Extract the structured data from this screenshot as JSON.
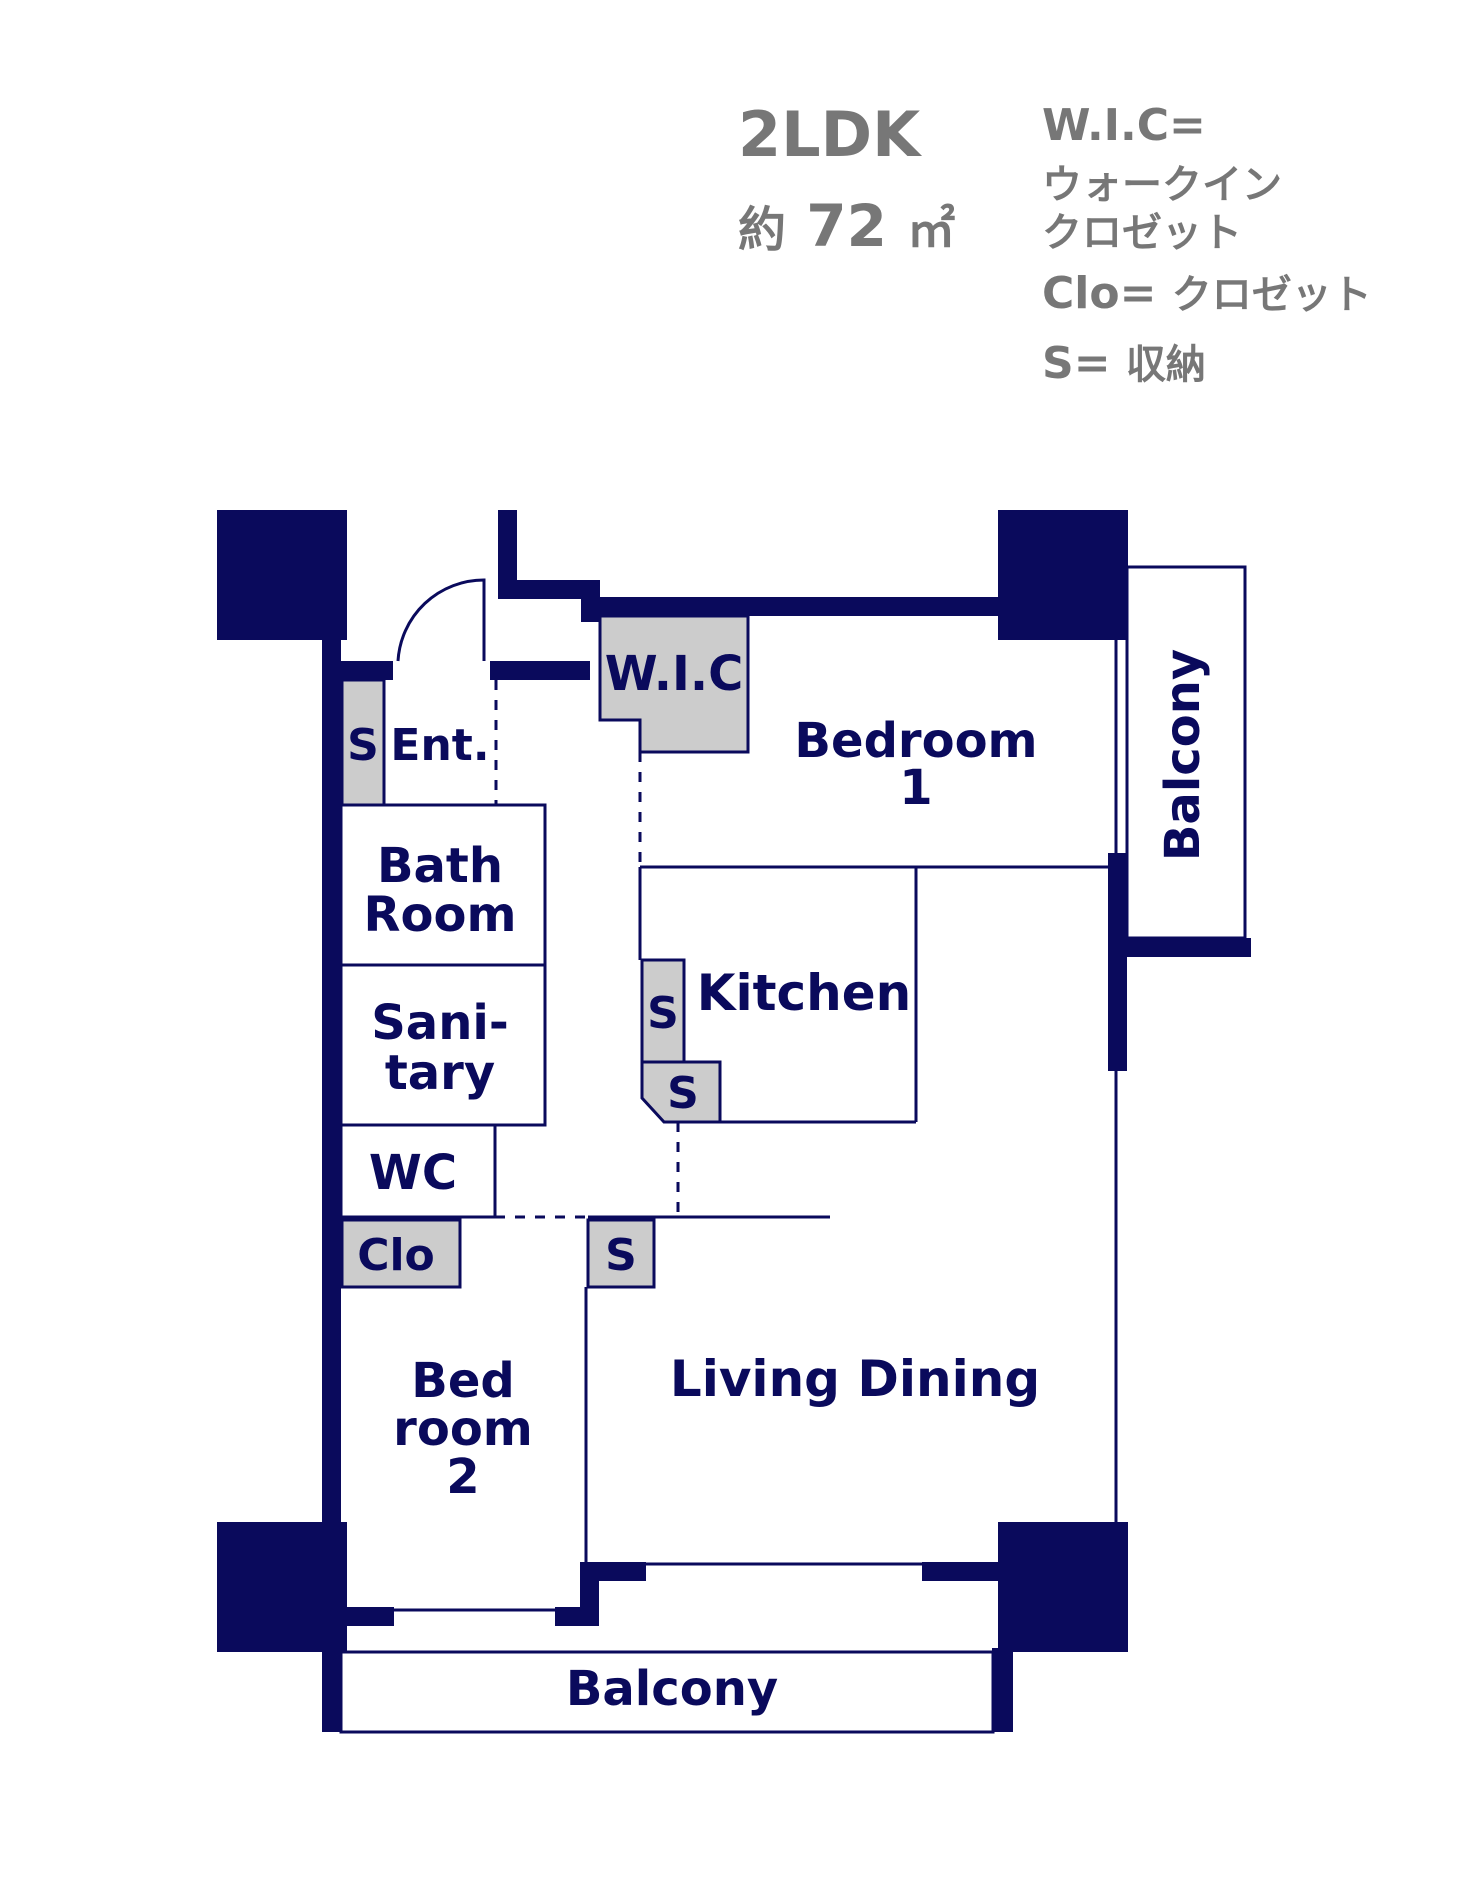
{
  "header": {
    "layout_type": "2LDK",
    "area_prefix": "約",
    "area_value": "72",
    "area_unit": "㎡"
  },
  "legend": {
    "wic_key": "W.I.C=",
    "wic_desc_line1": "ウォークイン",
    "wic_desc_line2": "クロゼット",
    "clo_key": "Clo=",
    "clo_desc": "クロゼット",
    "s_key": "S=",
    "s_desc": "収納"
  },
  "rooms": {
    "wic": "W.I.C",
    "entrance": "Ent.",
    "entrance_storage": "S",
    "bedroom1_line1": "Bedroom",
    "bedroom1_line2": "1",
    "bath_line1": "Bath",
    "bath_line2": "Room",
    "kitchen": "Kitchen",
    "kitchen_storage_1": "S",
    "kitchen_storage_2": "S",
    "sanitary_line1": "Sani-",
    "sanitary_line2": "tary",
    "wc": "WC",
    "clo": "Clo",
    "ld_storage": "S",
    "bedroom2_line1": "Bed",
    "bedroom2_line2": "room",
    "bedroom2_line3": "2",
    "living_dining": "Living Dining",
    "balcony_bottom": "Balcony",
    "balcony_side": "Balcony"
  },
  "colors": {
    "wall": "#0a0a5c",
    "storage_fill": "#cccccc",
    "header_text": "#777777",
    "background": "#ffffff"
  }
}
